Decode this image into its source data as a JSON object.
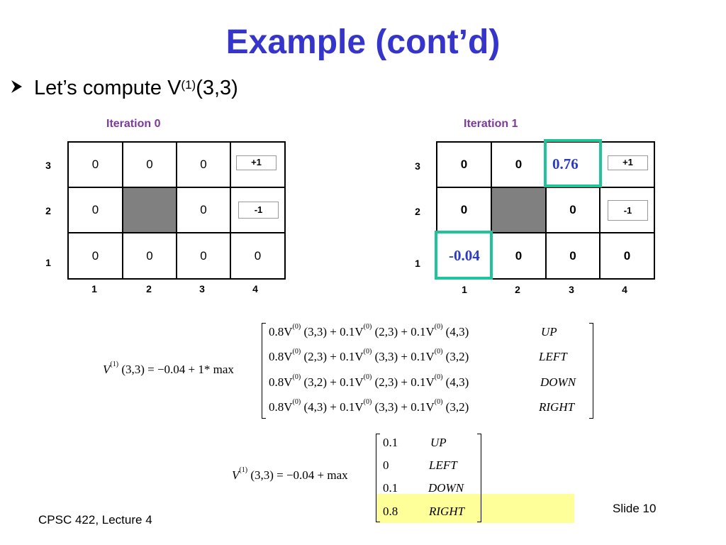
{
  "title": "Example (cont’d)",
  "bullet": {
    "marker": "Ø",
    "prefix": "Let’s compute V",
    "superscript": "(1)",
    "suffix": "(3,3)"
  },
  "grid_left": {
    "label": "Iteration 0",
    "row_labels": [
      "3",
      "2",
      "1"
    ],
    "col_labels": [
      "1",
      "2",
      "3",
      "4"
    ],
    "cells": [
      [
        "0",
        "0",
        "0",
        ""
      ],
      [
        "0",
        "",
        "0",
        ""
      ],
      [
        "0",
        "0",
        "0",
        "0"
      ]
    ],
    "reward_pos": "+1",
    "reward_neg": "-1"
  },
  "grid_right": {
    "label": "Iteration 1",
    "row_labels": [
      "3",
      "2",
      "1"
    ],
    "col_labels": [
      "1",
      "2",
      "3",
      "4"
    ],
    "cells": [
      [
        "0",
        "0",
        "",
        ""
      ],
      [
        "0",
        "",
        "0",
        ""
      ],
      [
        "",
        "0",
        "0",
        "0"
      ]
    ],
    "reward_pos": "+1",
    "reward_neg": "-1",
    "highlight_top": "0.76",
    "highlight_bottom": "-0.04",
    "highlight_color": "#1fc49a"
  },
  "eq1": {
    "lhs": "V",
    "lhs_sup": "(1)",
    "lhs_rest": "(3,3) = −0.04 + 1* max",
    "rows": [
      {
        "expr": "0.8V(0)(3,3) + 0.1V(0)(2,3) + 0.1V(0)(4,3)",
        "a": "0.8V",
        "b": "(3,3) + 0.1V",
        "c": "(2,3) + 0.1V",
        "d": "(4,3)",
        "action": "UP"
      },
      {
        "expr": "0.8V(0)(2,3) + 0.1V(0)(3,3) + 0.1V(0)(3,2)",
        "a": "0.8V",
        "b": "(2,3) + 0.1V",
        "c": "(3,3) + 0.1V",
        "d": "(3,2)",
        "action": "LEFT"
      },
      {
        "expr": "0.8V(0)(3,2) + 0.1V(0)(2,3) + 0.1V(0)(4,3)",
        "a": "0.8V",
        "b": "(3,2) + 0.1V",
        "c": "(2,3) + 0.1V",
        "d": "(4,3)",
        "action": "DOWN"
      },
      {
        "expr": "0.8V(0)(4,3) + 0.1V(0)(3,3) + 0.1V(0)(3,2)",
        "a": "0.8V",
        "b": "(4,3) + 0.1V",
        "c": "(3,3) + 0.1V",
        "d": "(3,2)",
        "action": "RIGHT"
      }
    ],
    "sup0": "(0)"
  },
  "eq2": {
    "lhs": "V",
    "lhs_sup": "(1)",
    "lhs_rest": "(3,3) = −0.04 + max",
    "rows": [
      {
        "value": "0.1",
        "action": "UP"
      },
      {
        "value": "0",
        "action": "LEFT"
      },
      {
        "value": "0.1",
        "action": "DOWN"
      },
      {
        "value": "0.8",
        "action": "RIGHT"
      }
    ],
    "highlight_color": "#ffff99"
  },
  "footer": {
    "course": "CPSC 422, Lecture 4",
    "slide": "Slide 10"
  }
}
